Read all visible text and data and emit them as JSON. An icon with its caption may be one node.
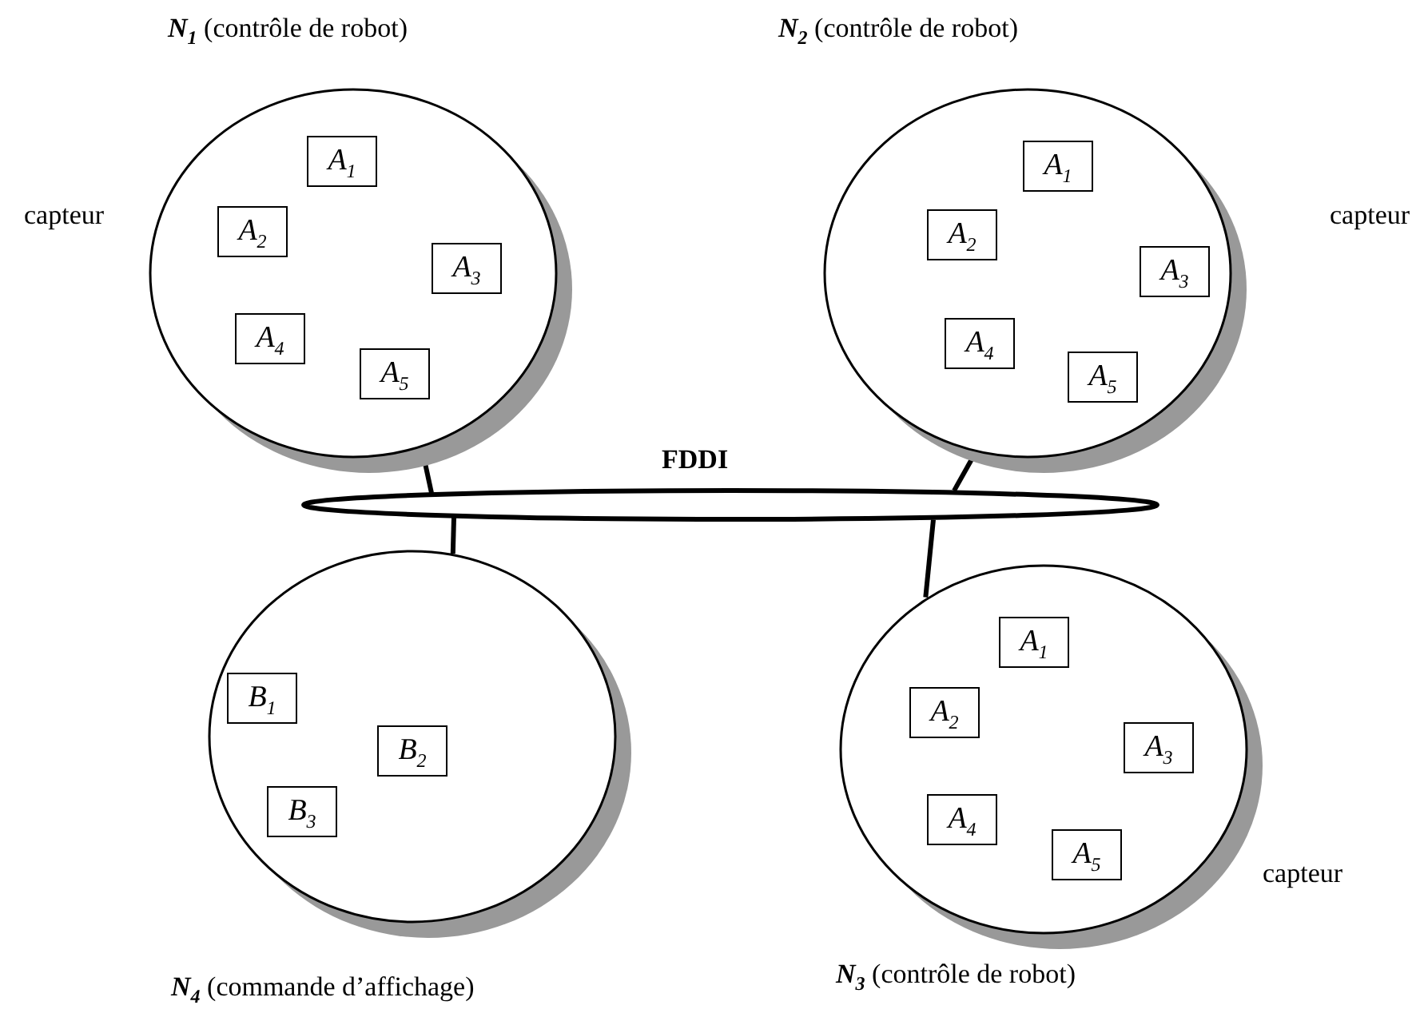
{
  "diagram": {
    "nodes": [
      {
        "text": [
          "**N**$_{1}$ (contrôle de robot)"
        ],
        "beside": [
          "capteur"
        ]
      },
      {
        "text": [
          "A$_{1}$"
        ],
        "in": 0
      },
      {
        "text": [
          "A$_{2}$"
        ],
        "in": 0
      },
      {
        "text": [
          "A$_{3}$"
        ],
        "in": 0
      },
      {
        "text": [
          "A$_{4}$"
        ],
        "in": 0
      },
      {
        "text": [
          "A$_{5}$"
        ],
        "in": 0
      },
      {
        "text": [
          "**N**$_{2}$ (contrôle de robot)"
        ],
        "beside": [
          "capteur"
        ]
      },
      {
        "text": [
          "A$_{1}$"
        ],
        "in": 6
      },
      {
        "text": [
          "A$_{2}$"
        ],
        "in": 6
      },
      {
        "text": [
          "A$_{3}$"
        ],
        "in": 6
      },
      {
        "text": [
          "A$_{4}$"
        ],
        "in": 6
      },
      {
        "text": [
          "A$_{5}$"
        ],
        "in": 6
      },
      {
        "text": [
          "FDDI"
        ]
      },
      {
        "text": [
          "**N**$_{3}$ (contrôle de robot)"
        ],
        "beside": [
          "capteur"
        ]
      },
      {
        "text": [
          "A$_{1}$"
        ],
        "in": 13
      },
      {
        "text": [
          "A$_{2}$"
        ],
        "in": 13
      },
      {
        "text": [
          "A$_{3}$"
        ],
        "in": 13
      },
      {
        "text": [
          "A$_{4}$"
        ],
        "in": 13
      },
      {
        "text": [
          "A$_{5}$"
        ],
        "in": 13
      },
      {
        "text": [
          "**N**$_{4}$ (commande d’affichage)"
        ]
      },
      {
        "text": [
          "B$_{1}$"
        ],
        "in": 19
      },
      {
        "text": [
          "B$_{2}$"
        ],
        "in": 19
      },
      {
        "text": [
          "B$_{3}$"
        ],
        "in": 19
      }
    ],
    "edges": [
      {
        "from": 0,
        "to": 12,
        "arrow": "none"
      },
      {
        "from": 6,
        "to": 12,
        "arrow": "none"
      },
      {
        "from": 19,
        "to": 12,
        "arrow": "none"
      },
      {
        "from": 13,
        "to": 12,
        "arrow": "none"
      }
    ]
  }
}
